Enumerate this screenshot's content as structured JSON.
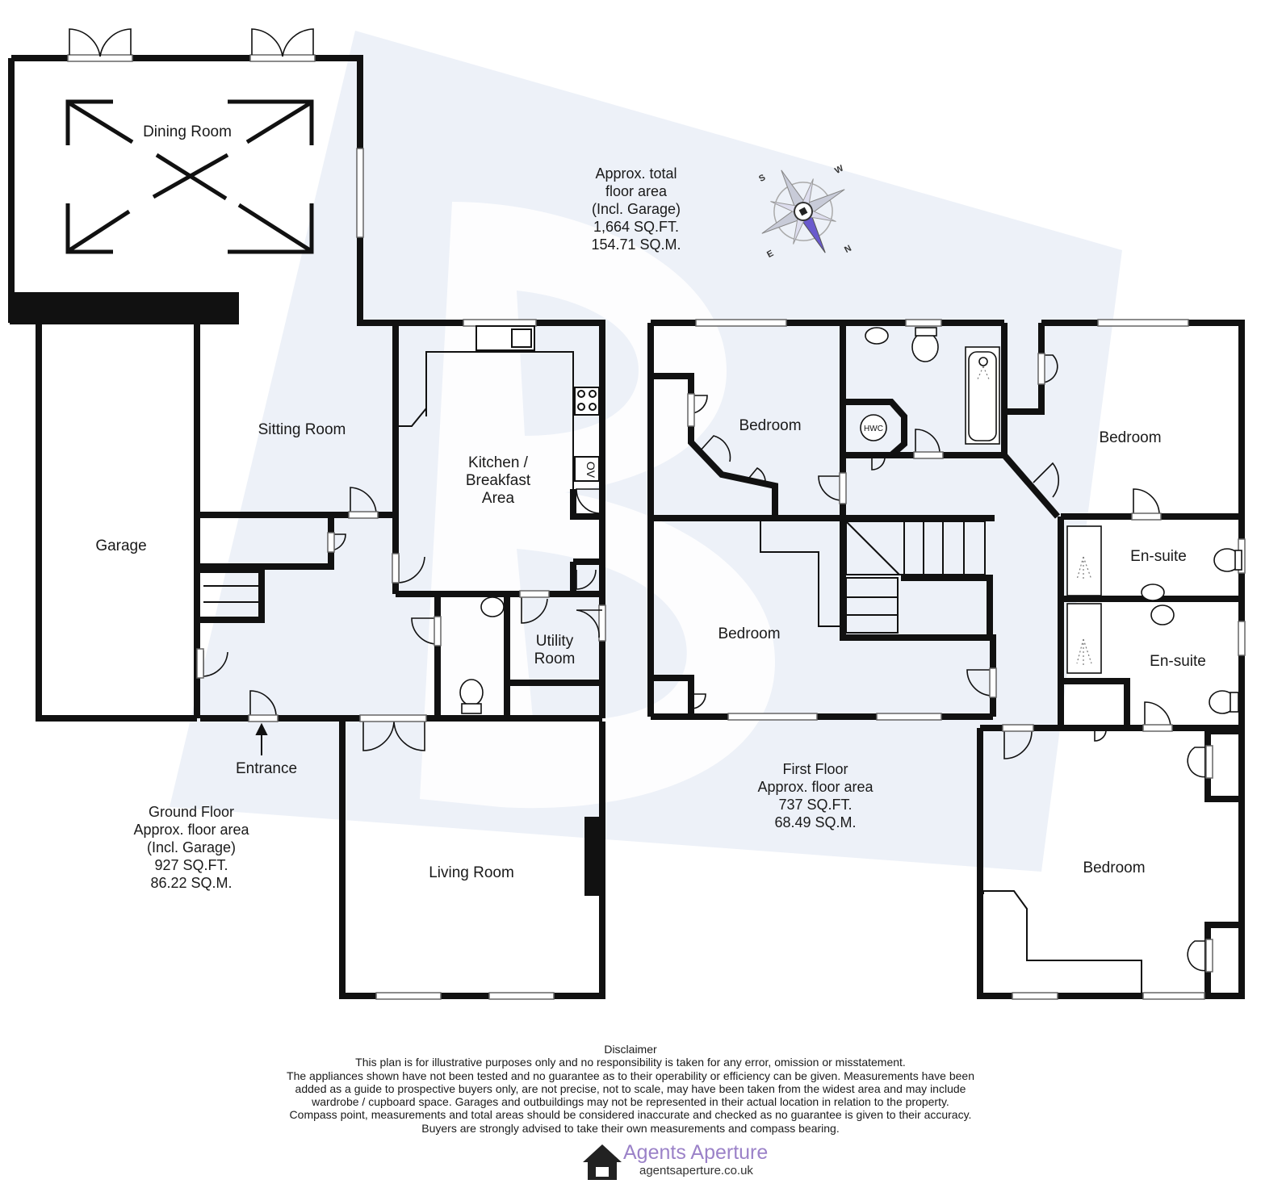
{
  "ground_floor": {
    "rooms": {
      "dining_room": "Dining Room",
      "sitting_room": "Sitting Room",
      "kitchen": [
        "Kitchen /",
        "Breakfast",
        "Area"
      ],
      "garage": "Garage",
      "utility": [
        "Utility",
        "Room"
      ],
      "living_room": "Living Room",
      "entrance": "Entrance",
      "oven": "OV"
    },
    "area_lines": [
      "Ground Floor",
      "Approx. floor area",
      "(Incl. Garage)",
      "927 SQ.FT.",
      "86.22 SQ.M."
    ]
  },
  "first_floor": {
    "rooms": {
      "bedroom_top_left": "Bedroom",
      "bedroom_top_right": "Bedroom",
      "bedroom_mid_left": "Bedroom",
      "bedroom_bottom_right": "Bedroom",
      "ensuite_1": "En-suite",
      "ensuite_2": "En-suite",
      "hwc": "HWC"
    },
    "area_lines": [
      "First Floor",
      "Approx. floor area",
      "737 SQ.FT.",
      "68.49 SQ.M."
    ]
  },
  "total_area_lines": [
    "Approx. total",
    "floor area",
    "(Incl. Garage)",
    "1,664 SQ.FT.",
    "154.71 SQ.M."
  ],
  "compass": {
    "letters": [
      "W",
      "N",
      "E",
      "S"
    ]
  },
  "disclaimer_lines": [
    "Disclaimer",
    "This plan is for illustrative purposes only and no responsibility is taken for any error, omission or misstatement.",
    "The appliances shown have not been tested and no guarantee as to their operability or efficiency can be given. Measurements have been",
    "added as a guide to prospective buyers only, are not precise, not to scale, may have been taken from the widest area and may include",
    "wardrobe / cupboard space. Garages and outbuildings may not be represented in their actual location in relation to  the property.",
    "Compass point, measurements and total areas should be considered inaccurate and checked as no guarantee is given to their accuracy.",
    "Buyers are strongly advised to take their own measurements and compass bearing."
  ],
  "brand": {
    "name": "Agents Aperture",
    "url": "agentsaperture.co.uk"
  },
  "colors": {
    "wall": "#111111",
    "watermark": "#e8edf5",
    "brand": "#9b82c8",
    "compass_accent": "#6a5acd"
  }
}
